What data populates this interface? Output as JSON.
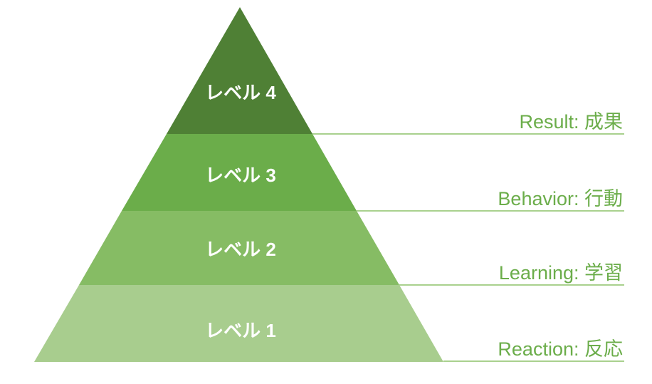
{
  "diagram": {
    "type": "pyramid",
    "description": "Four-level training evaluation pyramid (Kirkpatrick model)",
    "colors": {
      "background": "#ffffff",
      "annotation_text": "#6bad4a",
      "leader_line": "#a9d18e",
      "level_label_text": "#ffffff"
    },
    "levels": [
      {
        "number": 4,
        "label": "レベル 4",
        "annotation": "Result: 成果",
        "fill": "#4f8035"
      },
      {
        "number": 3,
        "label": "レベル 3",
        "annotation": "Behavior: 行動",
        "fill": "#6bad4a"
      },
      {
        "number": 2,
        "label": "レベル 2",
        "annotation": "Learning: 学習",
        "fill": "#86bc64"
      },
      {
        "number": 1,
        "label": "レベル 1",
        "annotation": "Reaction: 反応",
        "fill": "#a8cd8e"
      }
    ]
  }
}
